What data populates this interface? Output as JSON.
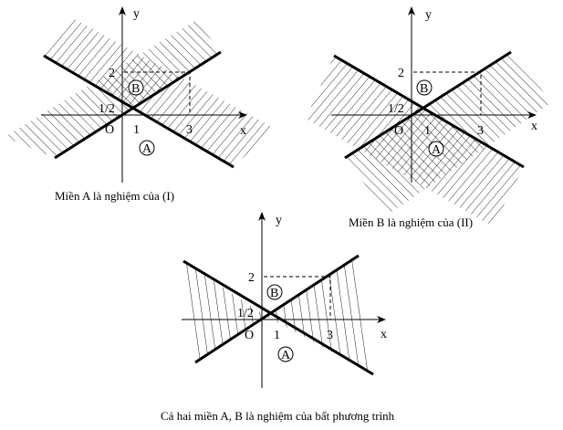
{
  "labels": {
    "x": "x",
    "y": "y",
    "origin": "O",
    "one": "1",
    "three": "3",
    "two": "2",
    "half": "1/2",
    "regionA": "A",
    "regionB": "B"
  },
  "panels": [
    {
      "caption": "Miền  A là nghiệm của (I)"
    },
    {
      "caption": "Miền B là nghiệm của (II)"
    },
    {
      "caption": "Cả hai miền A, B là nghiệm của bất phương trình"
    }
  ]
}
